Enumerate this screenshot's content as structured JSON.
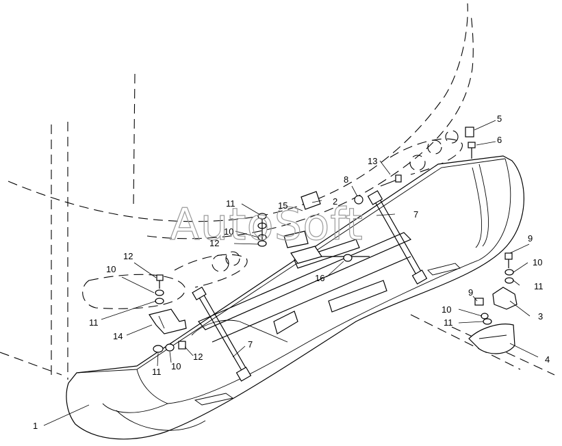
{
  "watermark": "AutoSoft",
  "callouts": {
    "c1": "1",
    "c2": "2",
    "c3": "3",
    "c4": "4",
    "c5": "5",
    "c6": "6",
    "c7a": "7",
    "c7b": "7",
    "c8": "8",
    "c9a": "9",
    "c9b": "9",
    "c10a": "10",
    "c10b": "10",
    "c10c": "10",
    "c10d": "10",
    "c10e": "10",
    "c11a": "11",
    "c11b": "11",
    "c11c": "11",
    "c11d": "11",
    "c11e": "11",
    "c12a": "12",
    "c12b": "12",
    "c12c": "12",
    "c13": "13",
    "c14": "14",
    "c15": "15",
    "c16": "16"
  }
}
